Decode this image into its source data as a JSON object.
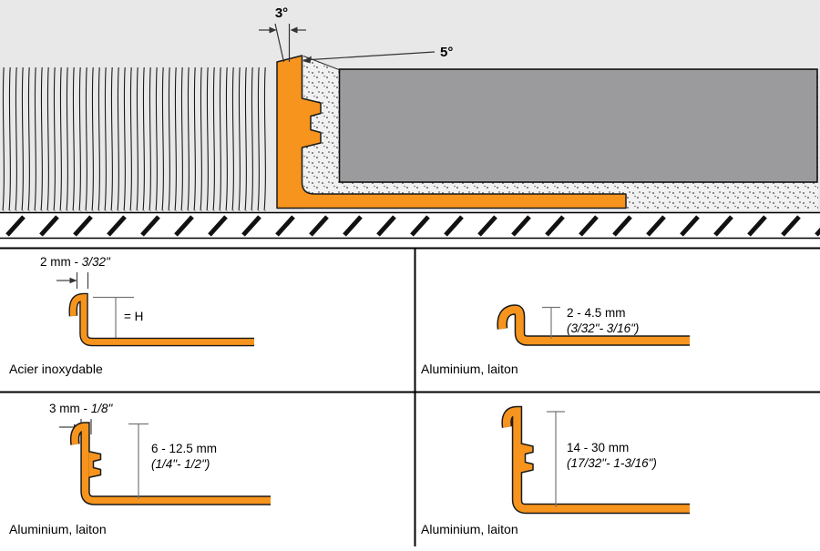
{
  "diagram": {
    "angles": {
      "top_tilt": "3°",
      "edge_slope": "5°"
    }
  },
  "colors": {
    "profile_orange": "#F7941D",
    "tile_gray": "#9B9B9D",
    "background_gray": "#E8E8E8",
    "line_black": "#000000"
  },
  "variants": {
    "top_left": {
      "thickness_metric": "2 mm - ",
      "thickness_inch": "3/32\"",
      "height_label": "= H",
      "material": "Acier inoxydable"
    },
    "top_right": {
      "height_metric": "2 - 4.5 mm",
      "height_inch": "(3/32\"- 3/16\")",
      "material": "Aluminium, laiton"
    },
    "bottom_left": {
      "thickness_metric": "3 mm - ",
      "thickness_inch": "1/8\"",
      "height_metric": "6 - 12.5 mm",
      "height_inch": "(1/4\"- 1/2\")",
      "material": "Aluminium, laiton"
    },
    "bottom_right": {
      "height_metric": "14 - 30 mm",
      "height_inch": "(17/32\"- 1-3/16\")",
      "material": "Aluminium, laiton"
    }
  }
}
